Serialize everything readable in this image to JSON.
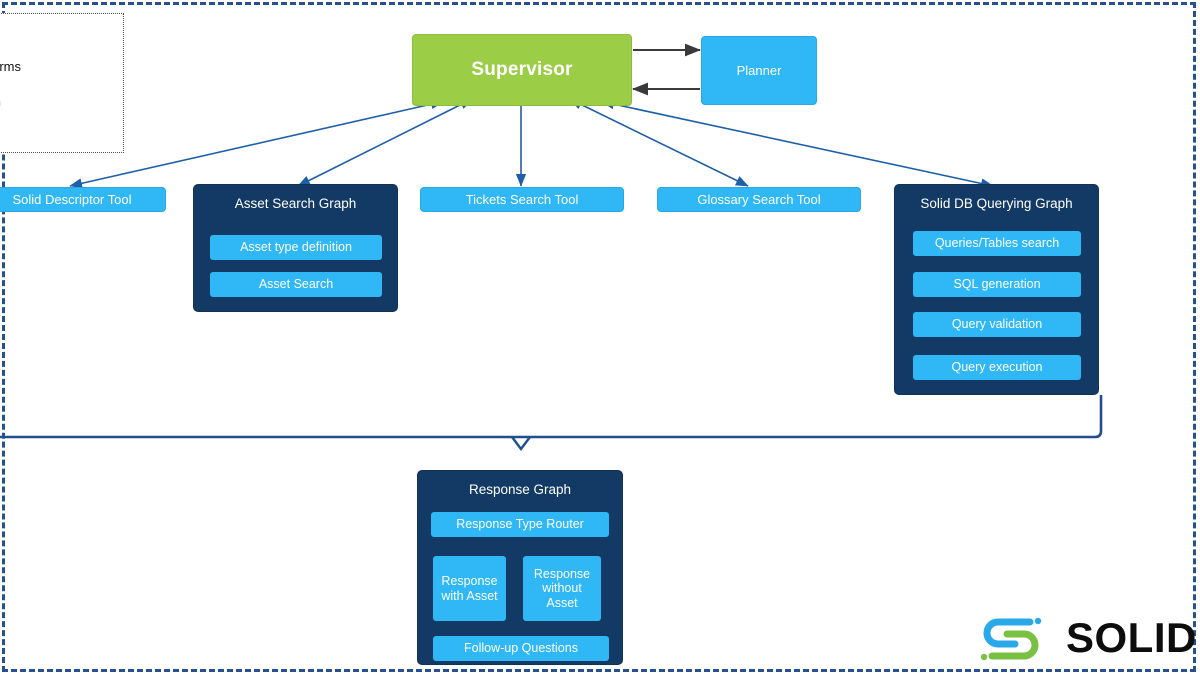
{
  "diagram": {
    "title_visible": false,
    "colors": {
      "green": "#9bcd47",
      "light_blue": "#2fb8f5",
      "dark_navy": "#123a64",
      "arrow_blue": "#1f5fa8",
      "frame_dashed": "#26508f",
      "logo_blue": "#2aa9e8",
      "logo_green": "#7ac143"
    },
    "supervisor": {
      "label": "Supervisor"
    },
    "planner": {
      "label": "Planner"
    },
    "note_box": {
      "lines": [
        "n Terms",
        "cs",
        "term",
        "s"
      ],
      "clipped": "true"
    },
    "tools": [
      {
        "label": "Solid Descriptor Tool"
      },
      {
        "label": "Tickets Search Tool"
      },
      {
        "label": "Glossary Search Tool"
      }
    ],
    "asset_search_graph": {
      "title": "Asset Search Graph",
      "steps": [
        "Asset type definition",
        "Asset Search"
      ]
    },
    "solid_db_querying_graph": {
      "title": "Solid DB Querying Graph",
      "steps": [
        "Queries/Tables search",
        "SQL generation",
        "Query validation",
        "Query execution"
      ]
    },
    "response_graph": {
      "title": "Response Graph",
      "router": "Response Type Router",
      "branch_left": "Response with Asset",
      "branch_right": "Response without Asset",
      "followup": "Follow-up Questions"
    },
    "logo": {
      "text": "SOLID"
    }
  }
}
